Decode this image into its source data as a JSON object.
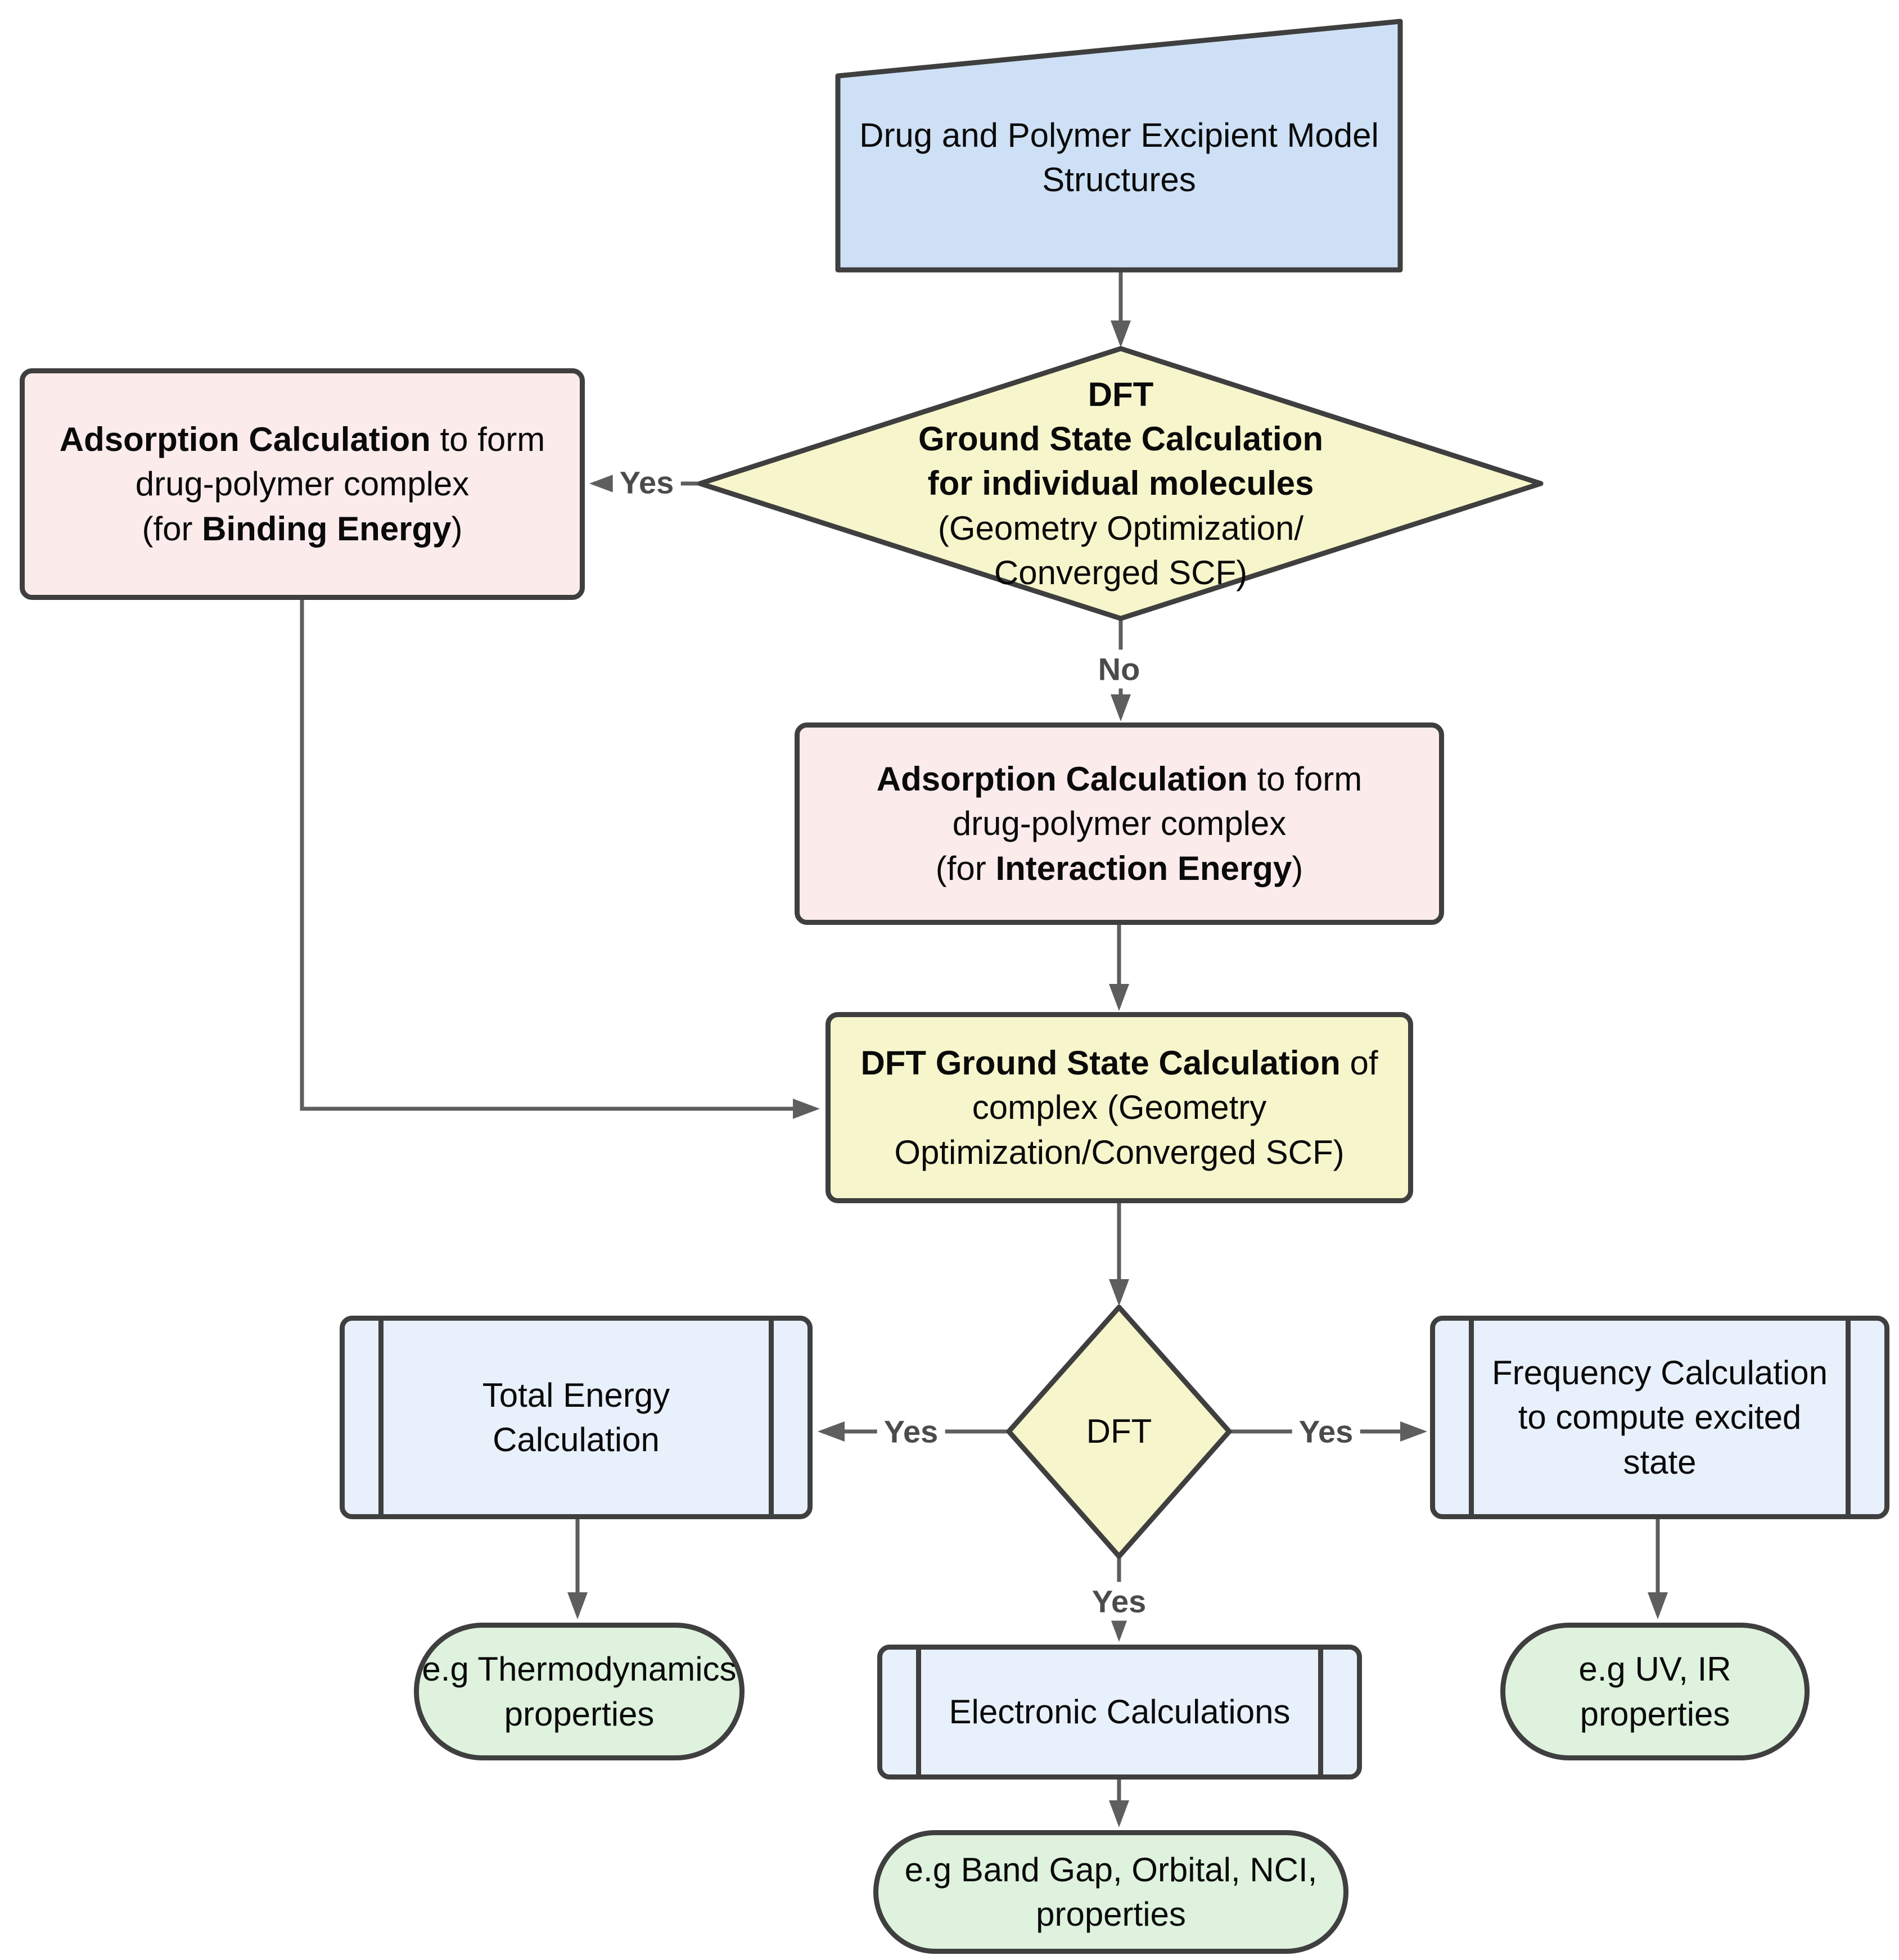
{
  "colors": {
    "model_fill": "#cde0f6",
    "decision_fill": "#f7f5cb",
    "process_fill": "#fbebeb",
    "subroutine_fill": "#e8f0fb",
    "output_fill": "#def2dd",
    "shape_stroke": "#3f3f3f",
    "connector": "#5e5e5e",
    "edge_label_text": "#4b4b4b"
  },
  "nodes": {
    "model_structures": {
      "line1": "Drug and Polymer Excipient Model",
      "line2": "Structures"
    },
    "dft_individual": {
      "l1": "DFT",
      "l2": "Ground State Calculation",
      "l3": "for individual molecules",
      "l4": "(Geometry Optimization/",
      "l5": "Converged SCF)"
    },
    "adsorption_binding": {
      "b1": "Adsorption Calculation",
      "r1": " to form",
      "l2": "drug-polymer complex",
      "r3a": "(for ",
      "b3": "Binding Energy",
      "r3b": ")"
    },
    "adsorption_interaction": {
      "b1": "Adsorption Calculation",
      "r1": " to form",
      "l2": "drug-polymer complex",
      "r3a": "(for ",
      "b3": "Interaction Energy",
      "r3b": ")"
    },
    "dft_complex": {
      "b1": "DFT Ground State Calculation",
      "r1": " of",
      "l2": "complex (Geometry",
      "l3": "Optimization/Converged SCF)"
    },
    "dft_decision": {
      "label": "DFT"
    },
    "total_energy": {
      "l1": "Total Energy",
      "l2": "Calculation"
    },
    "frequency": {
      "l1": "Frequency Calculation",
      "l2": "to compute excited",
      "l3": "state"
    },
    "electronic": {
      "l1": "Electronic Calculations"
    },
    "thermo": {
      "l1": "e.g Thermodynamics",
      "l2": "properties"
    },
    "uv_ir": {
      "l1": "e.g UV, IR",
      "l2": "properties"
    },
    "band_gap": {
      "l1": "e.g Band Gap, Orbital, NCI,",
      "l2": "properties"
    }
  },
  "edges": {
    "yes_to_binding": "Yes",
    "no_to_interaction": "No",
    "yes_to_total_energy": "Yes",
    "yes_to_frequency": "Yes",
    "yes_to_electronic": "Yes"
  }
}
